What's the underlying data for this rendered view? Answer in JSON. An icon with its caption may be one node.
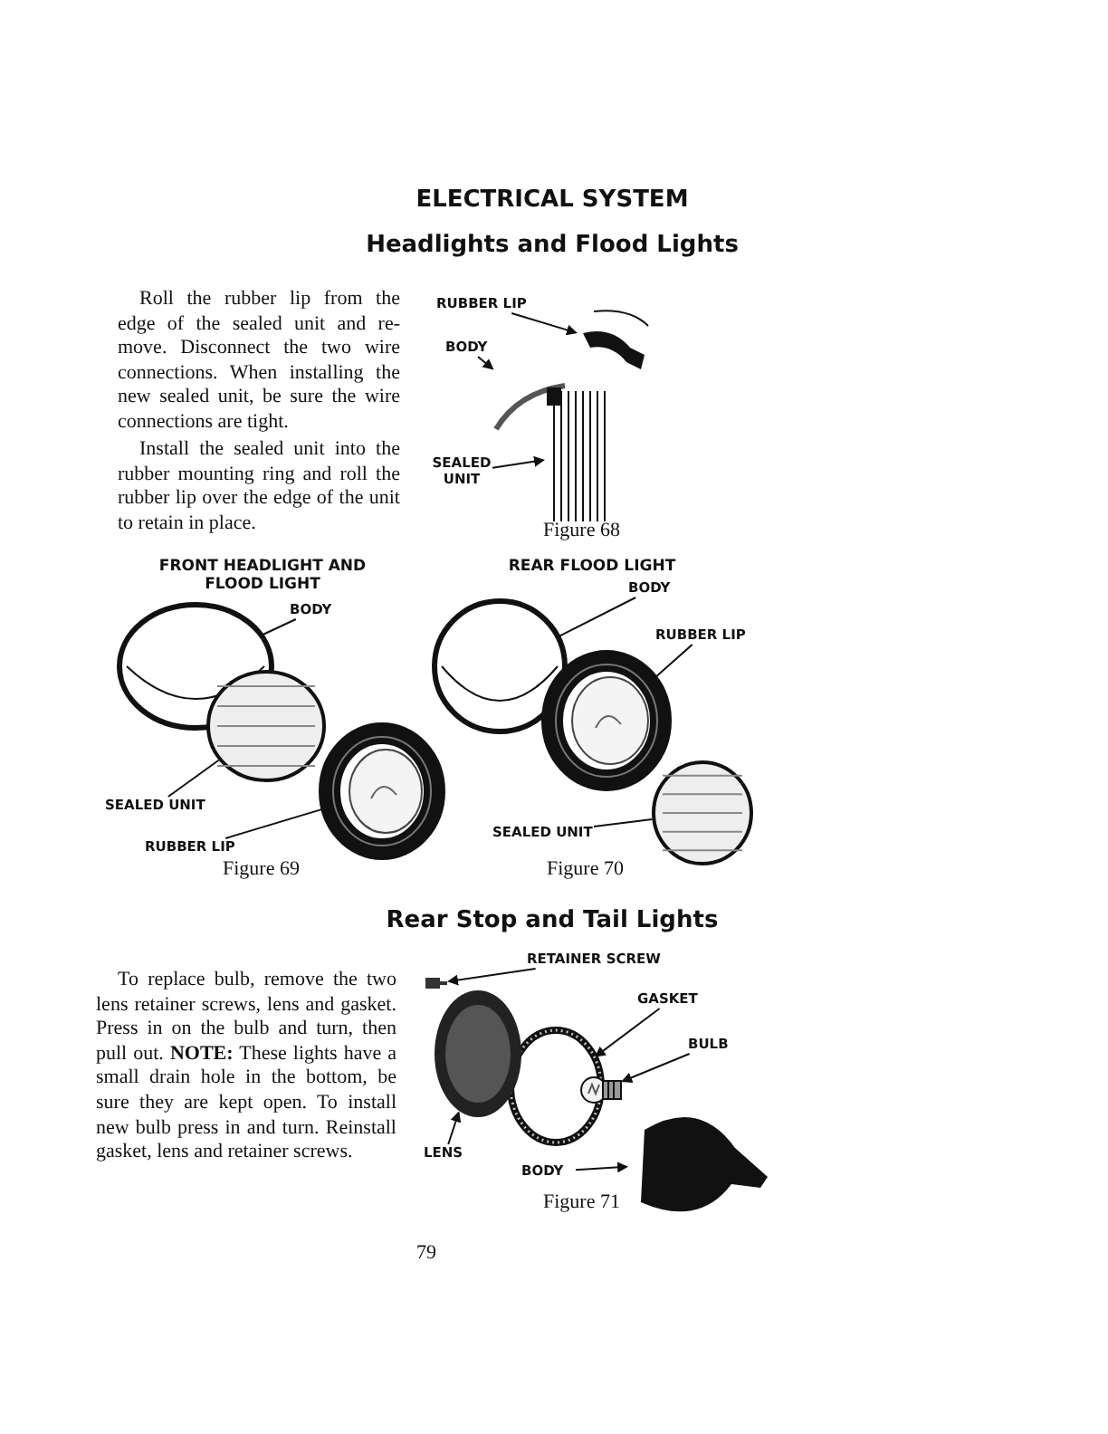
{
  "diagram": {
    "title": "ELECTRICAL SYSTEM",
    "nodes": [
      {
        "text": [
          "RUBBER LIP"
        ]
      },
      {
        "text": [
          "BODY"
        ]
      },
      {
        "text": [
          "SEALED UNIT"
        ]
      },
      {
        "text": [],
        "shape": "picture"
      },
      {
        "text": [],
        "shape": "picture"
      },
      {
        "text": [],
        "shape": "picture"
      },
      {
        "text": [
          "BODY"
        ]
      },
      {
        "text": [
          "SEALED UNIT"
        ]
      },
      {
        "text": [
          "RUBBER LIP"
        ]
      },
      {
        "text": [],
        "shape": "picture"
      },
      {
        "text": [],
        "shape": "picture"
      },
      {
        "text": [],
        "shape": "picture"
      },
      {
        "text": [
          "BODY"
        ]
      },
      {
        "text": [
          "RUBBER LIP"
        ]
      },
      {
        "text": [
          "SEALED UNIT"
        ]
      },
      {
        "text": [],
        "shape": "picture"
      },
      {
        "text": [],
        "shape": "picture"
      },
      {
        "text": [],
        "shape": "picture"
      },
      {
        "text": [
          "RETAINER SCREW"
        ]
      },
      {
        "text": [
          "GASKET"
        ]
      },
      {
        "text": [
          "BULB"
        ]
      },
      {
        "text": [
          "LENS"
        ]
      },
      {
        "text": [
          "BODY"
        ]
      },
      {
        "text": [],
        "shape": "picture"
      },
      {
        "text": [],
        "shape": "picture"
      },
      {
        "text": [],
        "shape": "picture"
      },
      {
        "text": [],
        "shape": "picture"
      },
      {
        "text": [],
        "shape": "picture"
      }
    ],
    "edges": [
      {
        "from": 0,
        "to": 3,
        "arrow": "to"
      },
      {
        "from": 1,
        "to": 4,
        "arrow": "to"
      },
      {
        "from": 2,
        "to": 5,
        "arrow": "to"
      },
      {
        "from": 6,
        "to": 9,
        "arrow": "none"
      },
      {
        "from": 7,
        "to": 10,
        "arrow": "none"
      },
      {
        "from": 8,
        "to": 11,
        "arrow": "none"
      },
      {
        "from": 12,
        "to": 15,
        "arrow": "none"
      },
      {
        "from": 13,
        "to": 16,
        "arrow": "none"
      },
      {
        "from": 14,
        "to": 17,
        "arrow": "none"
      },
      {
        "from": 18,
        "to": 23,
        "arrow": "to"
      },
      {
        "from": 19,
        "to": 24,
        "arrow": "to"
      },
      {
        "from": 20,
        "to": 25,
        "arrow": "to"
      },
      {
        "from": 21,
        "to": 26,
        "arrow": "to"
      },
      {
        "from": 22,
        "to": 27,
        "arrow": "to"
      }
    ],
    "labels": [
      "Headlights and Flood Lights",
      "Roll the rubber lip from the edge of the sealed unit and re-move. Disconnect the two wire connections. When installing the new sealed unit, be sure the wire connections are tight.",
      "Install the sealed unit into the rubber mounting ring and roll the rubber lip over the edge of the unit to retain in place.",
      "Figure 68",
      "FRONT HEADLIGHT AND FLOOD LIGHT",
      "REAR FLOOD LIGHT",
      "Figure 69",
      "Figure 70",
      "Rear Stop and Tail Lights",
      "To replace bulb, remove the two lens retainer screws, lens and gasket. Press in on the bulb and turn, then pull out. **NOTE:** These lights have a small drain hole in the bottom, be sure they are kept open. To install new bulb press in and turn. Reinstall gasket, lens and retainer screws.",
      "Figure 71",
      "79"
    ]
  }
}
